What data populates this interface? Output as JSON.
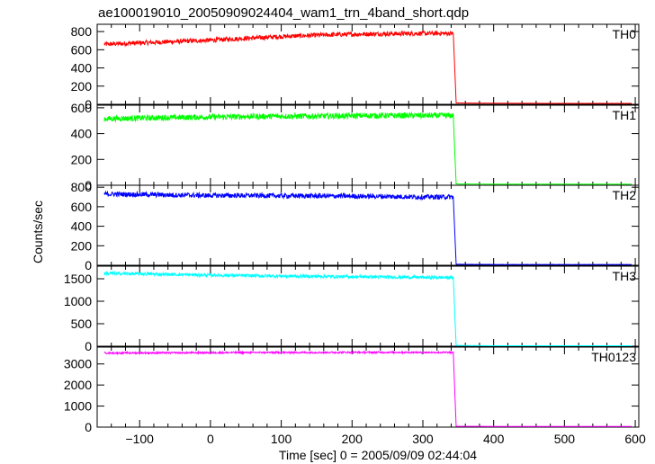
{
  "chart_data": {
    "type": "line",
    "title": "ae100019010_20050909024404_wam1_trn_4band_short.qdp",
    "xlabel": "Time [sec] 0 = 2005/09/09 02:44:04",
    "ylabel": "Counts/sec",
    "xlim": [
      -160,
      605
    ],
    "xticks": [
      -100,
      0,
      100,
      200,
      300,
      400,
      500,
      600
    ],
    "grid": false,
    "legend": "none",
    "panels": [
      {
        "name": "TH0",
        "color": "#ff0000",
        "ylim": [
          0,
          880
        ],
        "yticks": [
          0,
          200,
          400,
          600,
          800
        ],
        "data_x": [
          -150,
          -100,
          -50,
          0,
          50,
          100,
          150,
          200,
          250,
          300,
          343,
          345,
          347,
          400,
          500,
          595
        ],
        "data_y": [
          660,
          675,
          690,
          705,
          725,
          745,
          760,
          770,
          775,
          780,
          780,
          400,
          15,
          12,
          10,
          10
        ],
        "noise": 25
      },
      {
        "name": "TH1",
        "color": "#00ff00",
        "ylim": [
          0,
          620
        ],
        "yticks": [
          0,
          200,
          400,
          600
        ],
        "data_x": [
          -150,
          -100,
          -50,
          0,
          50,
          100,
          150,
          200,
          250,
          300,
          343,
          345,
          347,
          400,
          500,
          595
        ],
        "data_y": [
          515,
          520,
          525,
          528,
          532,
          535,
          535,
          538,
          540,
          540,
          540,
          270,
          10,
          8,
          8,
          8
        ],
        "noise": 22
      },
      {
        "name": "TH2",
        "color": "#0000ff",
        "ylim": [
          0,
          820
        ],
        "yticks": [
          0,
          200,
          400,
          600,
          800
        ],
        "data_x": [
          -150,
          -100,
          -50,
          0,
          50,
          100,
          150,
          200,
          250,
          300,
          343,
          345,
          347,
          400,
          500,
          595
        ],
        "data_y": [
          730,
          725,
          720,
          715,
          715,
          712,
          710,
          708,
          705,
          700,
          700,
          350,
          10,
          8,
          8,
          8
        ],
        "noise": 25
      },
      {
        "name": "TH3",
        "color": "#00ffff",
        "ylim": [
          0,
          1780
        ],
        "yticks": [
          0,
          500,
          1000,
          1500
        ],
        "data_x": [
          -150,
          -100,
          -50,
          0,
          50,
          100,
          150,
          200,
          250,
          300,
          343,
          345,
          347,
          400,
          500,
          595
        ],
        "data_y": [
          1620,
          1610,
          1595,
          1580,
          1570,
          1560,
          1555,
          1545,
          1540,
          1530,
          1525,
          760,
          15,
          10,
          10,
          10
        ],
        "noise": 35
      },
      {
        "name": "TH0123",
        "color": "#ff00ff",
        "ylim": [
          0,
          3800
        ],
        "yticks": [
          0,
          1000,
          2000,
          3000
        ],
        "data_x": [
          -150,
          -100,
          -50,
          0,
          50,
          100,
          150,
          200,
          250,
          300,
          343,
          345,
          347,
          400,
          500,
          595
        ],
        "data_y": [
          3520,
          3525,
          3530,
          3535,
          3540,
          3545,
          3545,
          3550,
          3550,
          3545,
          3545,
          1780,
          40,
          35,
          30,
          30
        ],
        "noise": 40
      }
    ]
  }
}
